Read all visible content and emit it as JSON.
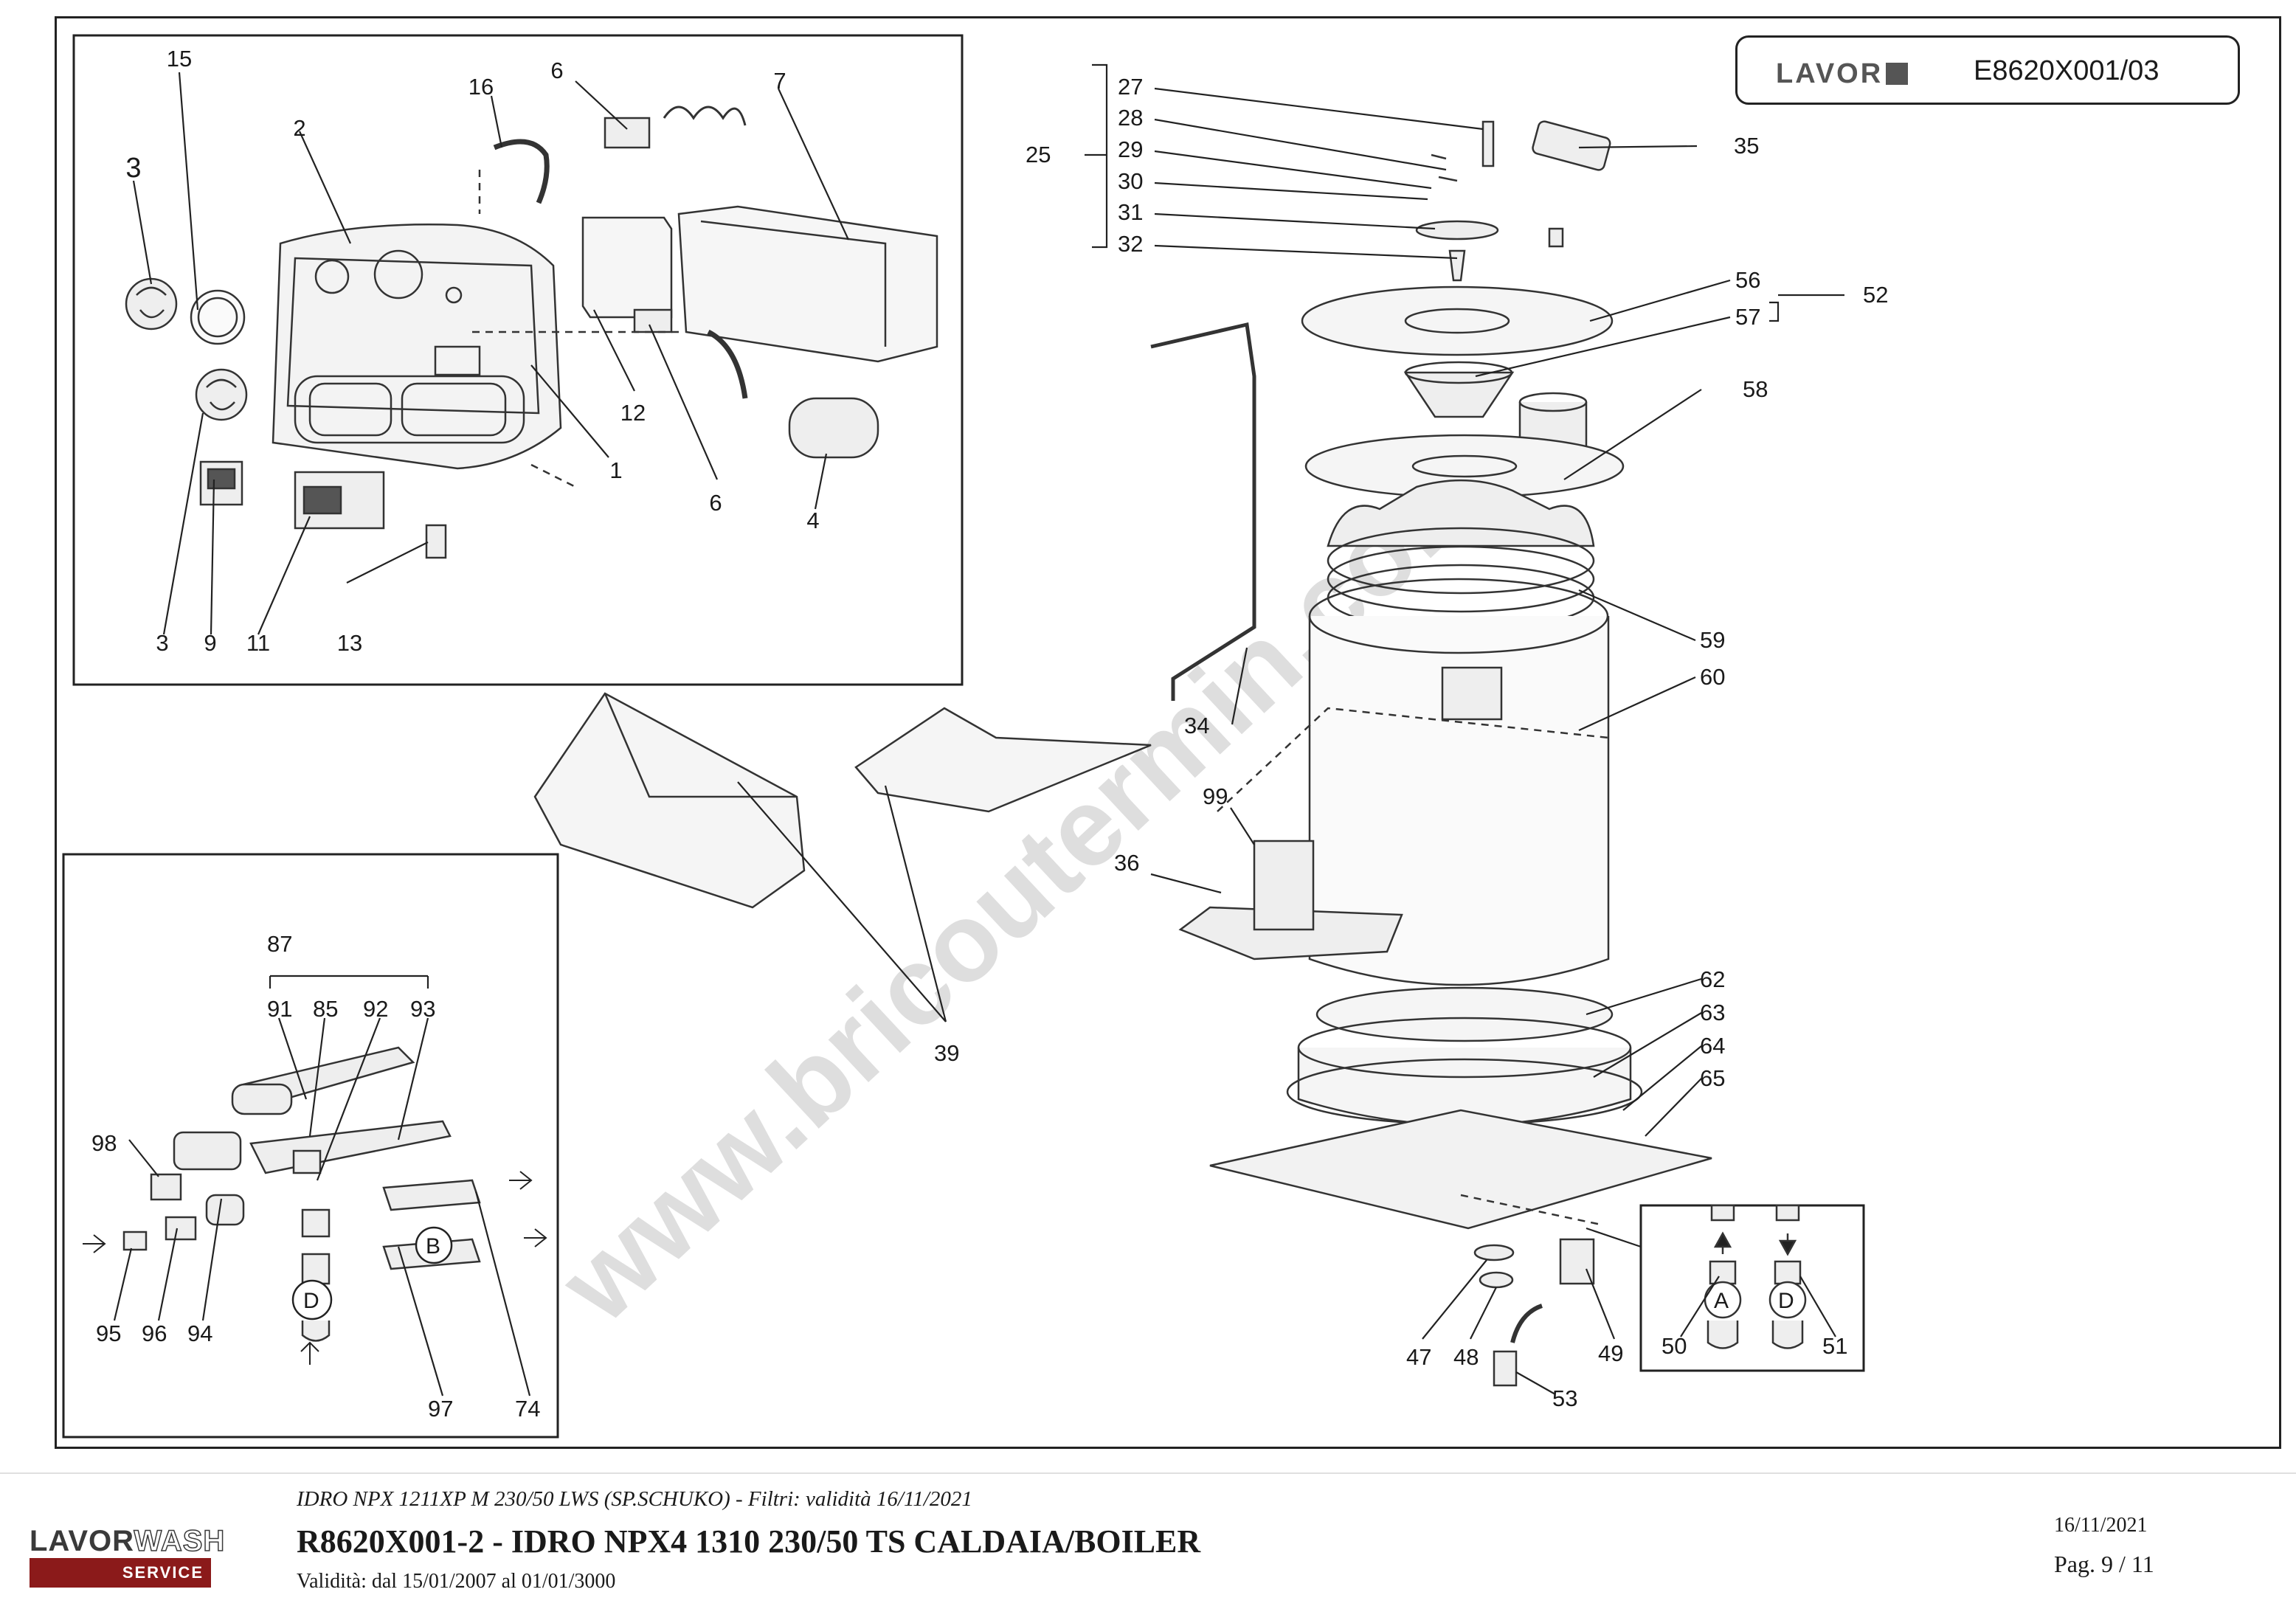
{
  "header": {
    "brand_logo": "LAVOR",
    "doc_code": "E8620X001/03"
  },
  "diagram": {
    "watermark": "www.bricoutermin.com",
    "callouts": [
      "15",
      "16",
      "6",
      "7",
      "2",
      "3",
      "12",
      "1",
      "6",
      "4",
      "3",
      "9",
      "11",
      "13",
      "27",
      "28",
      "29",
      "30",
      "31",
      "32",
      "25",
      "35",
      "56",
      "57",
      "52",
      "58",
      "59",
      "60",
      "34",
      "99",
      "36",
      "39",
      "62",
      "63",
      "64",
      "65",
      "47",
      "48",
      "49",
      "53",
      "50",
      "51",
      "A",
      "D",
      "87",
      "91",
      "85",
      "92",
      "93",
      "98",
      "95",
      "96",
      "94",
      "97",
      "74",
      "B",
      "D"
    ]
  },
  "footer": {
    "logo_top_a": "LAVOR",
    "logo_top_b": "WASH",
    "logo_bottom": "SERVICE",
    "subtitle": "IDRO NPX 1211XP M 230/50 LWS (SP.SCHUKO) - Filtri: validità 16/11/2021",
    "title": "R8620X001-2 - IDRO NPX4 1310 230/50 TS CALDAIA/BOILER",
    "validity": "Validità: dal 15/01/2007 al 01/01/3000",
    "date": "16/11/2021",
    "page": "Pag. 9 / 11"
  }
}
